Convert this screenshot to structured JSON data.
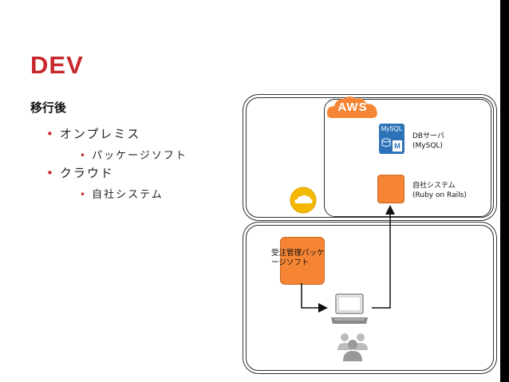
{
  "slide": {
    "title": "DEV",
    "subtitle": "移行後",
    "bullets": {
      "onprem": "オンプレミス",
      "package_software": "パッケージソフト",
      "cloud": "クラウド",
      "inhouse_system": "自社システム"
    },
    "bullet_symbol": "•"
  },
  "diagram": {
    "aws_label": "AWS",
    "db": {
      "icon_text": "MySQL",
      "icon_letter": "M",
      "line1": "DBサーバ",
      "line2": "(MySQL)"
    },
    "app": {
      "line1": "自社システム",
      "line2": "(Ruby on Rails)"
    },
    "package": {
      "label": "受注管理パッケージソフト"
    },
    "icons": [
      "cloud-icon",
      "computer-icon",
      "users-icon",
      "mysql-icon"
    ]
  },
  "colors": {
    "title": "#c7282c",
    "orange": "#f58534",
    "mysql": "#2e73b8",
    "cloud_badge": "#f5b800"
  }
}
